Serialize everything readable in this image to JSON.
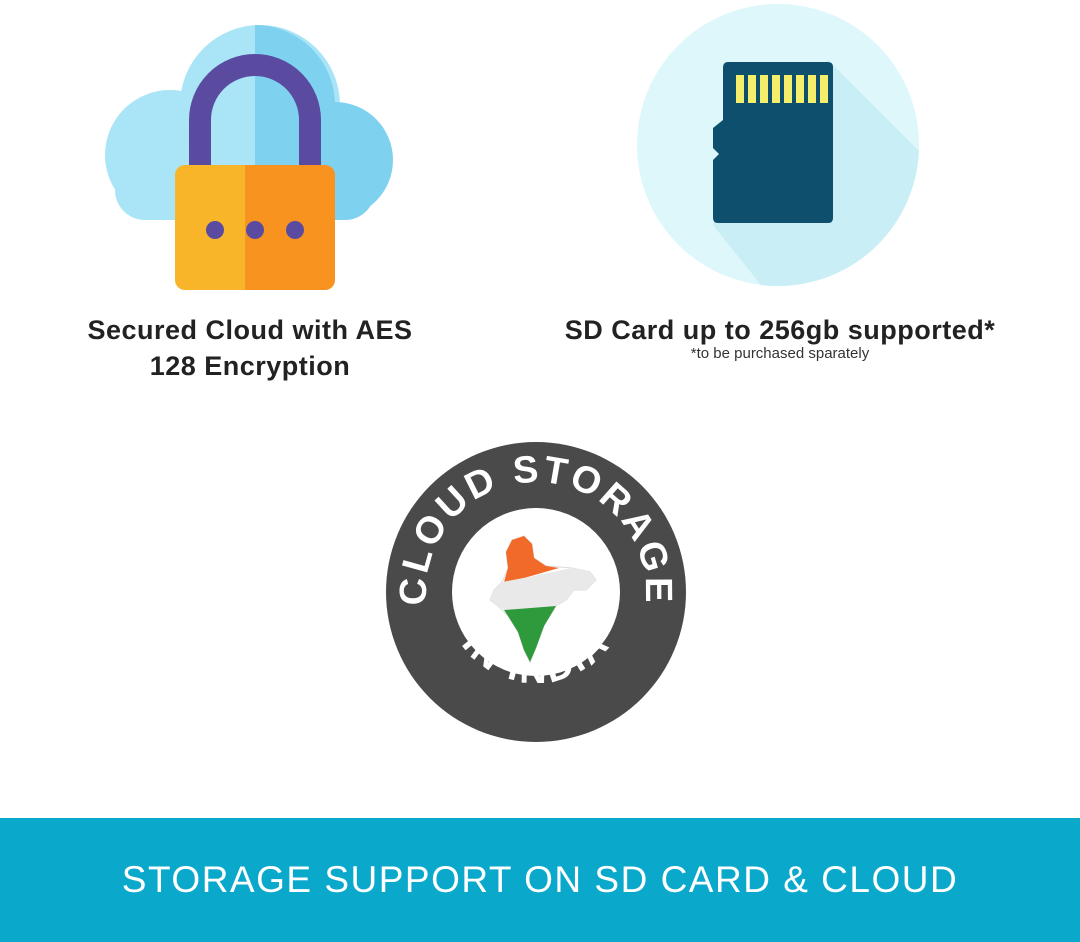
{
  "features": {
    "cloud": {
      "icon": "cloud-lock-icon",
      "caption_line1": "Secured Cloud with AES",
      "caption_line2": "128 Encryption"
    },
    "sdcard": {
      "icon": "sd-card-icon",
      "caption": "SD Card up to 256gb supported*",
      "footnote": "*to be purchased sparately"
    }
  },
  "badge": {
    "icon": "india-map-icon",
    "top_text": "CLOUD STORAGE",
    "bottom_text": "IN INDIA"
  },
  "banner": {
    "text": "STORAGE SUPPORT ON SD CARD & CLOUD",
    "color": "#0aa9cc"
  },
  "colors": {
    "cloud_light": "#a9e4f7",
    "cloud_dark": "#7fd1f0",
    "lock_shackle": "#5a4ba0",
    "lock_body_left": "#f8b52a",
    "lock_body_right": "#f7931e",
    "sd_circle": "#ddf7fb",
    "sd_card": "#0f4f6e",
    "sd_contacts": "#f5ee6a",
    "badge_ring": "#4a4a4a"
  }
}
